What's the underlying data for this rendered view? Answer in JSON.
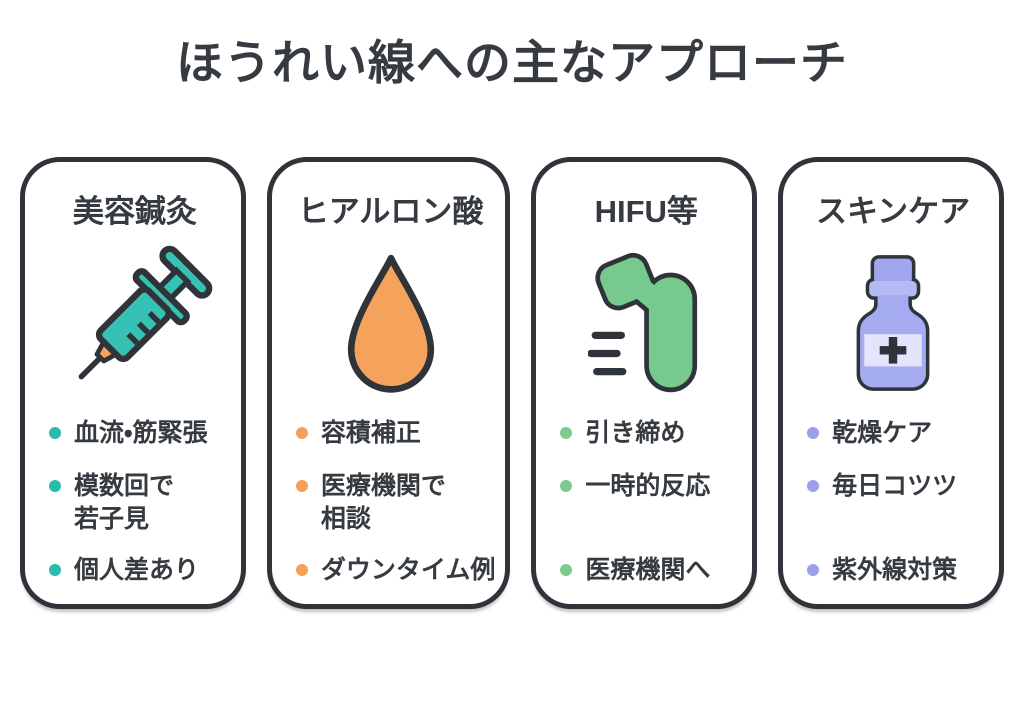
{
  "title": "ほうれい線への主なアプローチ",
  "colors": {
    "background": "#ffffff",
    "text": "#363b41",
    "card_border": "#2f343a",
    "outline": "#2f343a",
    "teal": "#35c2b4",
    "orange": "#f5a35c",
    "green": "#76ca8d",
    "purple": "#a5abf1",
    "purple_cap": "#a0a5ee",
    "purple_brim": "#b5b9f4",
    "purple_label": "#e4e4fa",
    "dot_teal": "#2bbbad",
    "dot_orange": "#f5a159",
    "dot_green": "#7ccb8f",
    "dot_purple": "#9aa0ec"
  },
  "cards": [
    {
      "title": "美容鍼灸",
      "icon": "syringe-icon",
      "bullets": [
        "血流・筋緊張",
        "模数回で\n若子見",
        "個人差あり"
      ]
    },
    {
      "title": "ヒアルロン酸",
      "icon": "droplet-icon",
      "bullets": [
        "容積補正",
        "医療機関で\n相談",
        "ダウンタイム例"
      ]
    },
    {
      "title": "HIFU等",
      "icon": "hifu-device-icon",
      "bullets": [
        "引き締め",
        "一時的反応",
        "医療機関へ"
      ]
    },
    {
      "title": "スキンケア",
      "icon": "skincare-bottle-icon",
      "bullets": [
        "乾燥ケア",
        "毎日コツツ",
        "紫外線対策"
      ]
    }
  ]
}
